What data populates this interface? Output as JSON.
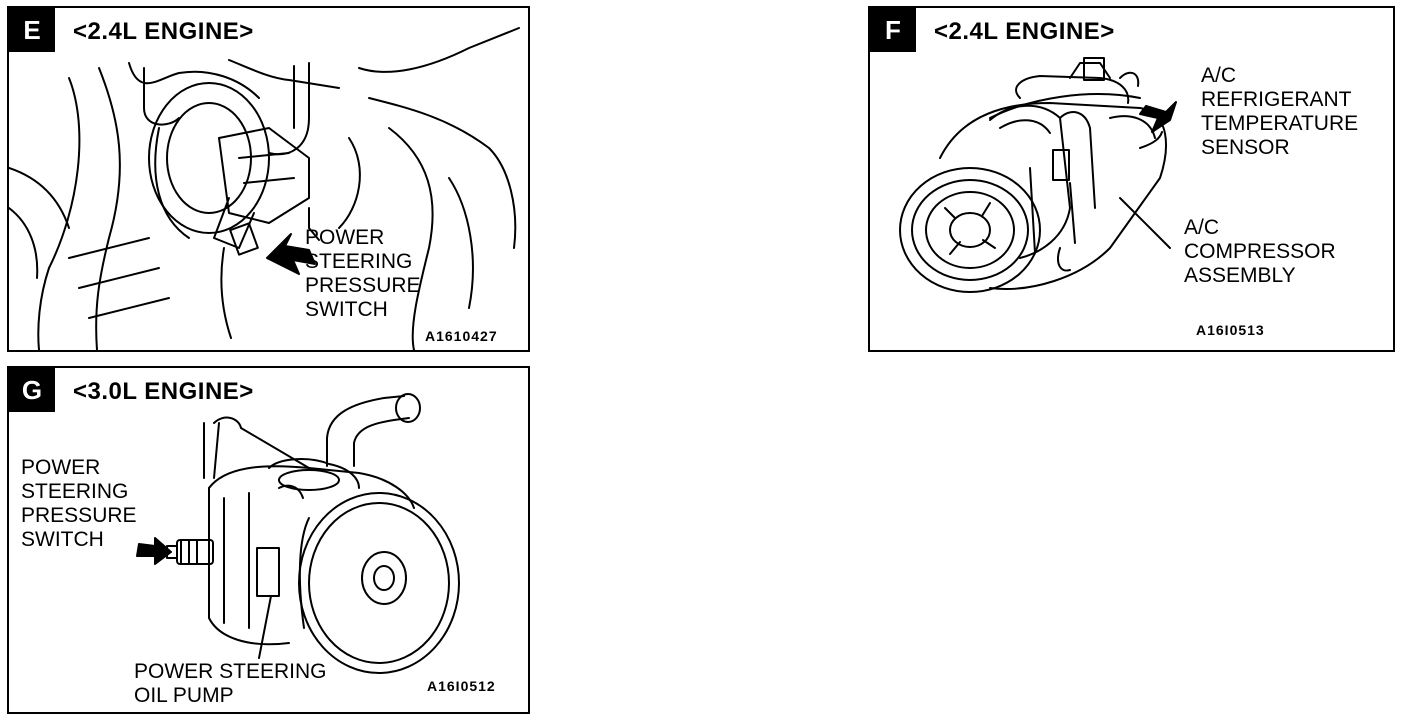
{
  "panel_e": {
    "badge": "E",
    "title": "<2.4L ENGINE>",
    "label_lines": [
      "POWER",
      "STEERING",
      "PRESSURE",
      "SWITCH"
    ],
    "figure_id": "A1610427"
  },
  "panel_f": {
    "badge": "F",
    "title": "<2.4L ENGINE>",
    "sensor_label_lines": [
      "A/C",
      "REFRIGERANT",
      "TEMPERATURE",
      "SENSOR"
    ],
    "compressor_label_lines": [
      "A/C",
      "COMPRESSOR",
      "ASSEMBLY"
    ],
    "figure_id": "A16I0513"
  },
  "panel_g": {
    "badge": "G",
    "title": "<3.0L ENGINE>",
    "switch_label_lines": [
      "POWER",
      "STEERING",
      "PRESSURE",
      "SWITCH"
    ],
    "pump_label_lines": [
      "POWER STEERING",
      "OIL PUMP"
    ],
    "figure_id": "A16I0512"
  }
}
